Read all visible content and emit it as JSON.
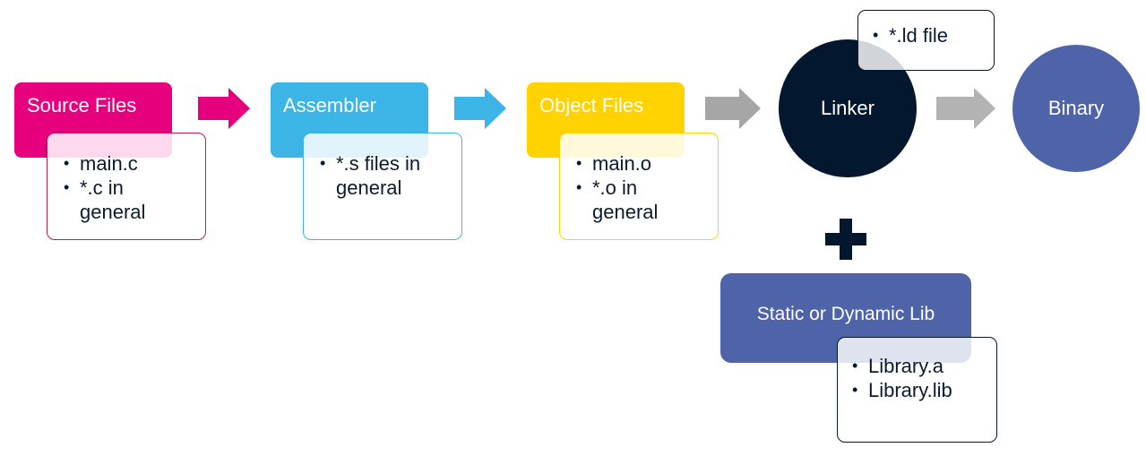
{
  "colors": {
    "source": "#e6007e",
    "assembler": "#3cb4e5",
    "object": "#ffd200",
    "linker": "#03172f",
    "binary": "#4f64a8",
    "library": "#4f64a8",
    "gray_arrow": "#a6a6a6",
    "text_dark": "#0b1a33"
  },
  "stages": {
    "source": {
      "title": "Source Files",
      "items": [
        "main.c",
        "*.c in general"
      ]
    },
    "assembler": {
      "title": "Assembler",
      "items": [
        "*.s files in general"
      ]
    },
    "object": {
      "title": "Object Files",
      "items": [
        "main.o",
        "*.o in general"
      ]
    },
    "linker": {
      "title": "Linker",
      "note": "*.ld file"
    },
    "binary": {
      "title": "Binary"
    },
    "library": {
      "title": "Static or Dynamic Lib",
      "items": [
        "Library.a",
        "Library.lib"
      ]
    }
  }
}
